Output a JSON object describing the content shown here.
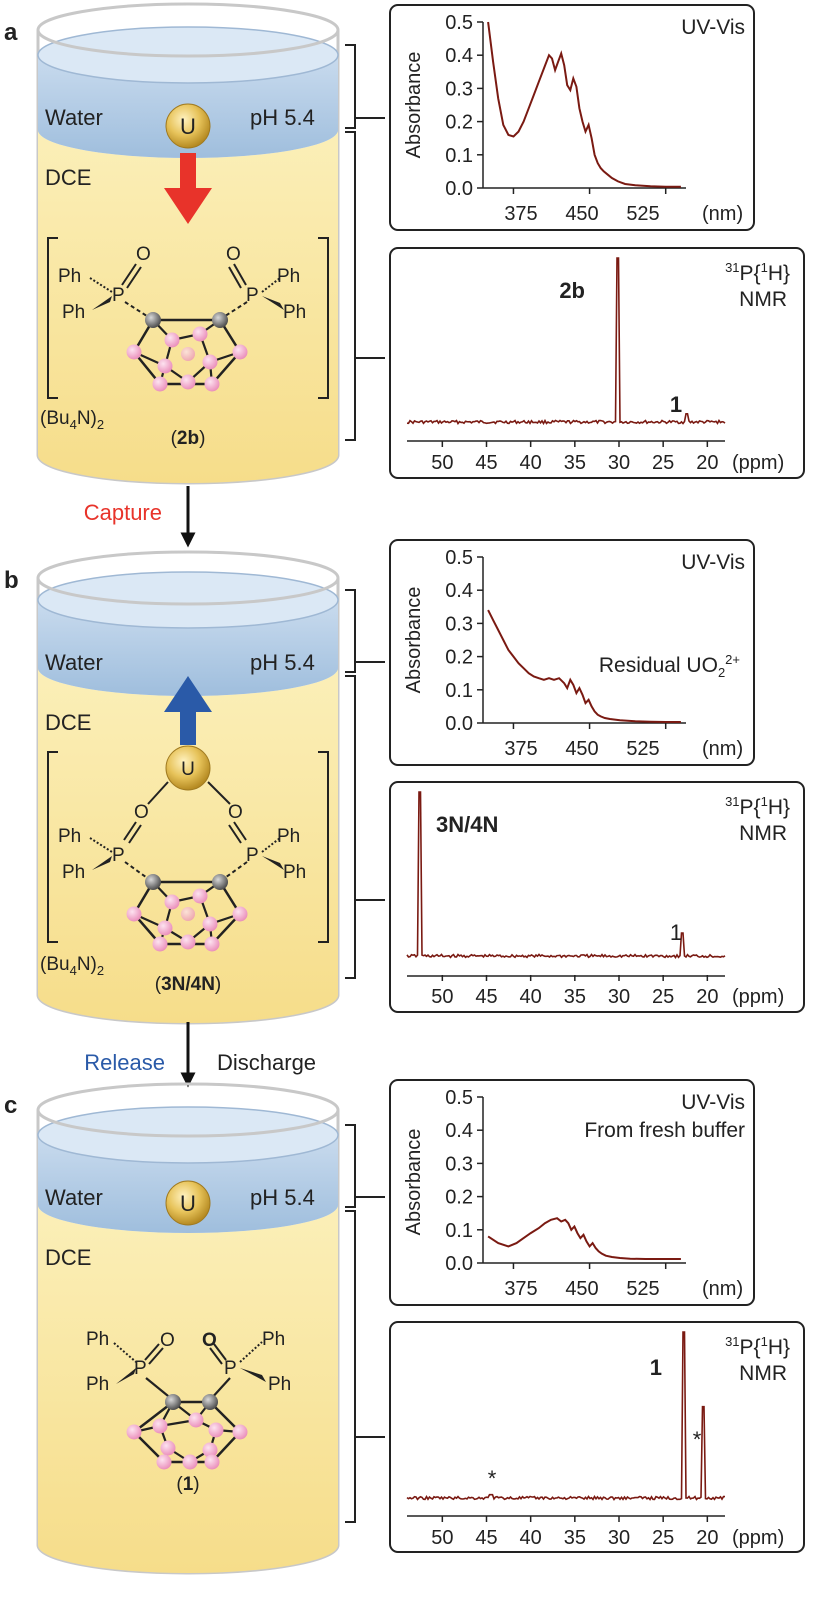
{
  "colors": {
    "spectrum": "#7a1a12",
    "water": "#b8cfe6",
    "dce": "#fbeeb0",
    "capture": "#e8332a",
    "release": "#2a5aa8",
    "uranyl": "#e7c35a",
    "boron": "#f2a6cc",
    "carbon": "#6b6b6b"
  },
  "panels": [
    {
      "label": "a",
      "water": "Water",
      "ph": "pH 5.4",
      "dce": "DCE",
      "uranium": "U",
      "ph_group": "Ph",
      "p_atom": "P",
      "o_atom": "O",
      "counter_base": "(Bu",
      "counter_sub1": "4",
      "counter_mid": "N)",
      "counter_sub2": "2",
      "compound_open": "(",
      "compound": "2b",
      "compound_close": ")",
      "uv": {
        "title": "UV-Vis",
        "ylabel": "Absorbance",
        "yticks": [
          "0.5",
          "0.4",
          "0.3",
          "0.2",
          "0.1",
          "0.0"
        ],
        "xticks": [
          "375",
          "450",
          "525"
        ],
        "xunit": "(nm)"
      },
      "nmr": {
        "title_sup": "31",
        "title_main": "P{",
        "title_sup2": "1",
        "title_end": "H}",
        "title2": "NMR",
        "xticks": [
          "50",
          "45",
          "40",
          "35",
          "30",
          "25",
          "20"
        ],
        "xunit": "(ppm)",
        "peak_main": "2b",
        "peak_minor": "1"
      }
    },
    {
      "label": "b",
      "water": "Water",
      "ph": "pH 5.4",
      "dce": "DCE",
      "uranium": "U",
      "ph_group": "Ph",
      "p_atom": "P",
      "o_atom": "O",
      "counter_base": "(Bu",
      "counter_sub1": "4",
      "counter_mid": "N)",
      "counter_sub2": "2",
      "compound_open": "(",
      "compound": "3N/4N",
      "compound_close": ")",
      "uv": {
        "title": "UV-Vis",
        "ylabel": "Absorbance",
        "yticks": [
          "0.5",
          "0.4",
          "0.3",
          "0.2",
          "0.1",
          "0.0"
        ],
        "xticks": [
          "375",
          "450",
          "525"
        ],
        "xunit": "(nm)",
        "note": "Residual UO",
        "note_sub": "2",
        "note_sup": "2+"
      },
      "nmr": {
        "title_sup": "31",
        "title_main": "P{",
        "title_sup2": "1",
        "title_end": "H}",
        "title2": "NMR",
        "xticks": [
          "50",
          "45",
          "40",
          "35",
          "30",
          "25",
          "20"
        ],
        "xunit": "(ppm)",
        "peak_main": "3N/4N",
        "peak_minor": "1"
      }
    },
    {
      "label": "c",
      "water": "Water",
      "ph": "pH 5.4",
      "dce": "DCE",
      "uranium": "U",
      "ph_group": "Ph",
      "p_atom": "P",
      "o_atom": "O",
      "compound_open": "(",
      "compound": "1",
      "compound_close": ")",
      "uv": {
        "title": "UV-Vis",
        "title2": "From fresh buffer",
        "ylabel": "Absorbance",
        "yticks": [
          "0.5",
          "0.4",
          "0.3",
          "0.2",
          "0.1",
          "0.0"
        ],
        "xticks": [
          "375",
          "450",
          "525"
        ],
        "xunit": "(nm)"
      },
      "nmr": {
        "title_sup": "31",
        "title_main": "P{",
        "title_sup2": "1",
        "title_end": "H}",
        "title2": "NMR",
        "xticks": [
          "50",
          "45",
          "40",
          "35",
          "30",
          "25",
          "20"
        ],
        "xunit": "(ppm)",
        "peak_main": "1",
        "star": "*"
      }
    }
  ],
  "transitions": {
    "capture": "Capture",
    "release": "Release",
    "discharge": "Discharge"
  },
  "chart_data": [
    {
      "type": "line",
      "panel": "a",
      "title": "UV-Vis",
      "xlabel": "(nm)",
      "ylabel": "Absorbance",
      "xlim": [
        345,
        545
      ],
      "ylim": [
        0,
        0.5
      ],
      "x": [
        350,
        355,
        360,
        365,
        370,
        375,
        380,
        385,
        390,
        395,
        400,
        405,
        410,
        413,
        416,
        419,
        422,
        425,
        428,
        431,
        434,
        437,
        440,
        443,
        446,
        449,
        452,
        455,
        458,
        461,
        464,
        468,
        472,
        478,
        485,
        495,
        510,
        525,
        540
      ],
      "y": [
        0.5,
        0.38,
        0.27,
        0.19,
        0.16,
        0.155,
        0.17,
        0.2,
        0.24,
        0.28,
        0.32,
        0.36,
        0.4,
        0.39,
        0.355,
        0.38,
        0.405,
        0.37,
        0.31,
        0.295,
        0.33,
        0.305,
        0.24,
        0.2,
        0.17,
        0.19,
        0.15,
        0.1,
        0.075,
        0.06,
        0.05,
        0.04,
        0.03,
        0.02,
        0.012,
        0.008,
        0.005,
        0.004,
        0.004
      ]
    },
    {
      "type": "line",
      "panel": "a",
      "title": "31P{1H} NMR",
      "xlabel": "(ppm)",
      "xlim": [
        54,
        18
      ],
      "peaks": [
        {
          "x": 30.1,
          "h": 1.0,
          "label": "2b"
        },
        {
          "x": 22.4,
          "h": 0.05,
          "label": "1"
        }
      ]
    },
    {
      "type": "line",
      "panel": "b",
      "title": "UV-Vis",
      "xlabel": "(nm)",
      "ylabel": "Absorbance",
      "xlim": [
        345,
        545
      ],
      "ylim": [
        0,
        0.5
      ],
      "x": [
        350,
        355,
        360,
        365,
        370,
        375,
        380,
        385,
        390,
        395,
        400,
        405,
        410,
        415,
        420,
        425,
        428,
        431,
        434,
        437,
        440,
        443,
        446,
        449,
        452,
        455,
        458,
        461,
        465,
        470,
        480,
        495,
        510,
        525,
        540
      ],
      "y": [
        0.34,
        0.31,
        0.28,
        0.25,
        0.22,
        0.2,
        0.18,
        0.165,
        0.15,
        0.14,
        0.135,
        0.13,
        0.135,
        0.13,
        0.135,
        0.12,
        0.105,
        0.13,
        0.115,
        0.09,
        0.105,
        0.085,
        0.06,
        0.07,
        0.05,
        0.035,
        0.025,
        0.02,
        0.015,
        0.012,
        0.008,
        0.005,
        0.004,
        0.003,
        0.003
      ]
    },
    {
      "type": "line",
      "panel": "b",
      "title": "31P{1H} NMR",
      "xlabel": "(ppm)",
      "xlim": [
        54,
        18
      ],
      "peaks": [
        {
          "x": 52.5,
          "h": 1.0,
          "label": "3N/4N"
        },
        {
          "x": 22.9,
          "h": 0.14,
          "label": "1"
        }
      ]
    },
    {
      "type": "line",
      "panel": "c",
      "title": "UV-Vis",
      "xlabel": "(nm)",
      "ylabel": "Absorbance",
      "xlim": [
        345,
        545
      ],
      "ylim": [
        0,
        0.5
      ],
      "x": [
        350,
        360,
        370,
        378,
        385,
        392,
        400,
        406,
        412,
        418,
        422,
        426,
        429,
        432,
        435,
        438,
        441,
        444,
        447,
        450,
        453,
        456,
        459,
        462,
        466,
        472,
        480,
        490,
        505,
        525,
        540
      ],
      "y": [
        0.08,
        0.06,
        0.05,
        0.06,
        0.075,
        0.09,
        0.105,
        0.12,
        0.13,
        0.135,
        0.125,
        0.13,
        0.12,
        0.1,
        0.11,
        0.09,
        0.075,
        0.085,
        0.065,
        0.05,
        0.06,
        0.045,
        0.035,
        0.028,
        0.022,
        0.018,
        0.015,
        0.013,
        0.012,
        0.012,
        0.012
      ]
    },
    {
      "type": "line",
      "panel": "c",
      "title": "31P{1H} NMR",
      "xlabel": "(ppm)",
      "xlim": [
        54,
        18
      ],
      "peaks": [
        {
          "x": 22.6,
          "h": 1.0,
          "label": "1"
        },
        {
          "x": 20.4,
          "h": 0.55,
          "label": "*"
        },
        {
          "x": 44.5,
          "h": 0.02,
          "label": "*"
        }
      ]
    }
  ]
}
